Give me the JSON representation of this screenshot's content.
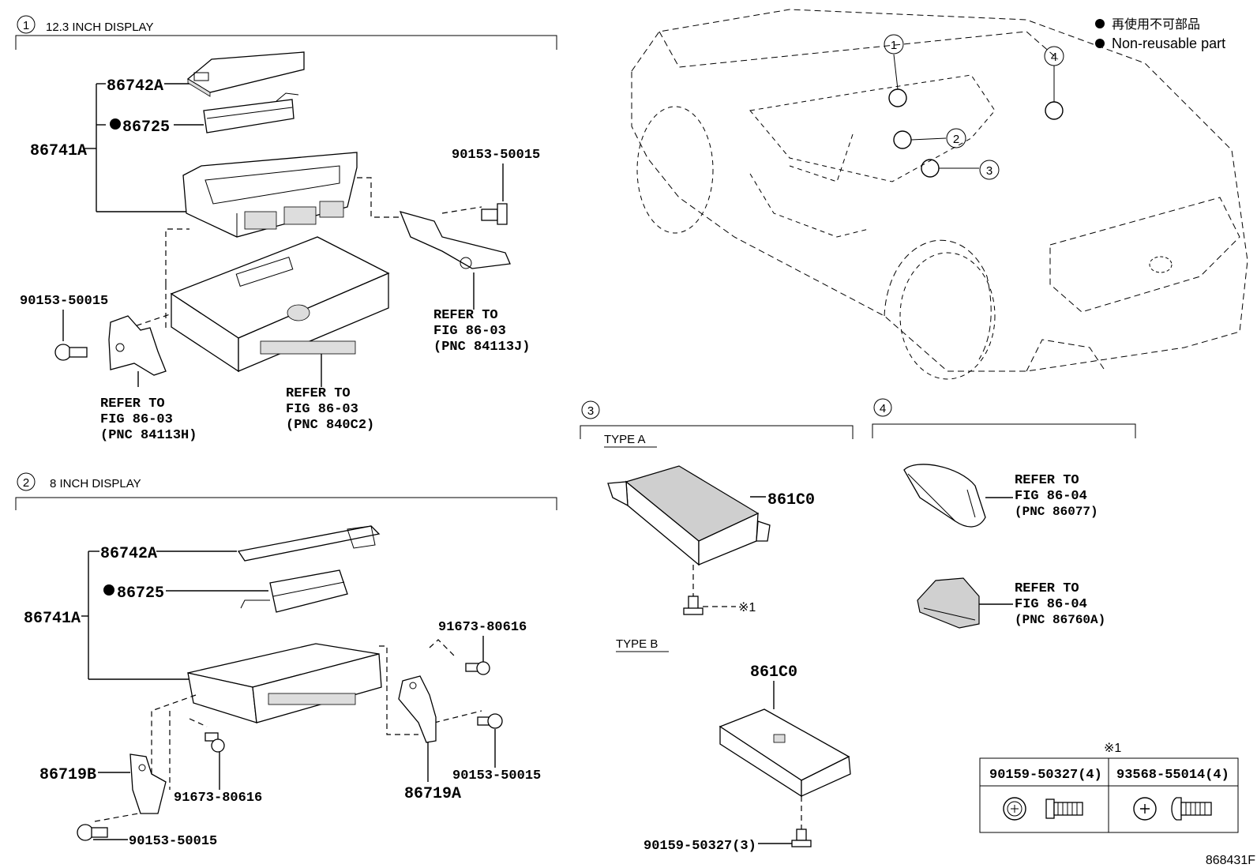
{
  "legend": {
    "jp_label": "再使用不可部品",
    "en_label": "Non-reusable part"
  },
  "section1": {
    "num": "1",
    "title": "12.3 INCH DISPLAY",
    "parts": {
      "p86742A": "86742A",
      "p86725": "86725",
      "p86741A": "86741A",
      "bolt_right": "90153-50015",
      "bolt_left": "90153-50015"
    },
    "refer_right": [
      "REFER TO",
      "FIG 86-03",
      "(PNC 84113J)"
    ],
    "refer_left": [
      "REFER TO",
      "FIG 86-03",
      "(PNC 84113H)"
    ],
    "refer_center": [
      "REFER TO",
      "FIG 86-03",
      "(PNC 840C2)"
    ]
  },
  "section2": {
    "num": "2",
    "title": "8 INCH DISPLAY",
    "parts": {
      "p86742A": "86742A",
      "p86725": "86725",
      "p86741A": "86741A",
      "screw_top": "91673-80616",
      "screw_mid": "91673-80616",
      "bolt_right": "90153-50015",
      "bolt_bottom": "90153-50015",
      "bracket_left": "86719B",
      "bracket_right": "86719A"
    }
  },
  "section3": {
    "num": "3",
    "type_a": "TYPE A",
    "type_b": "TYPE B",
    "part_a": "861C0",
    "part_b": "861C0",
    "note_mark": "※1",
    "bolt_b": "90159-50327(3)"
  },
  "section4": {
    "num": "4",
    "refer_top": [
      "REFER TO",
      "FIG 86-04",
      "(PNC 86077)"
    ],
    "refer_bottom": [
      "REFER TO",
      "FIG 86-04",
      "(PNC 86760A)"
    ]
  },
  "car_callouts": [
    "1",
    "2",
    "3",
    "4"
  ],
  "note_table": {
    "mark": "※1",
    "col1": "90159-50327(4)",
    "col2": "93568-55014(4)"
  },
  "figure_code": "868431F"
}
